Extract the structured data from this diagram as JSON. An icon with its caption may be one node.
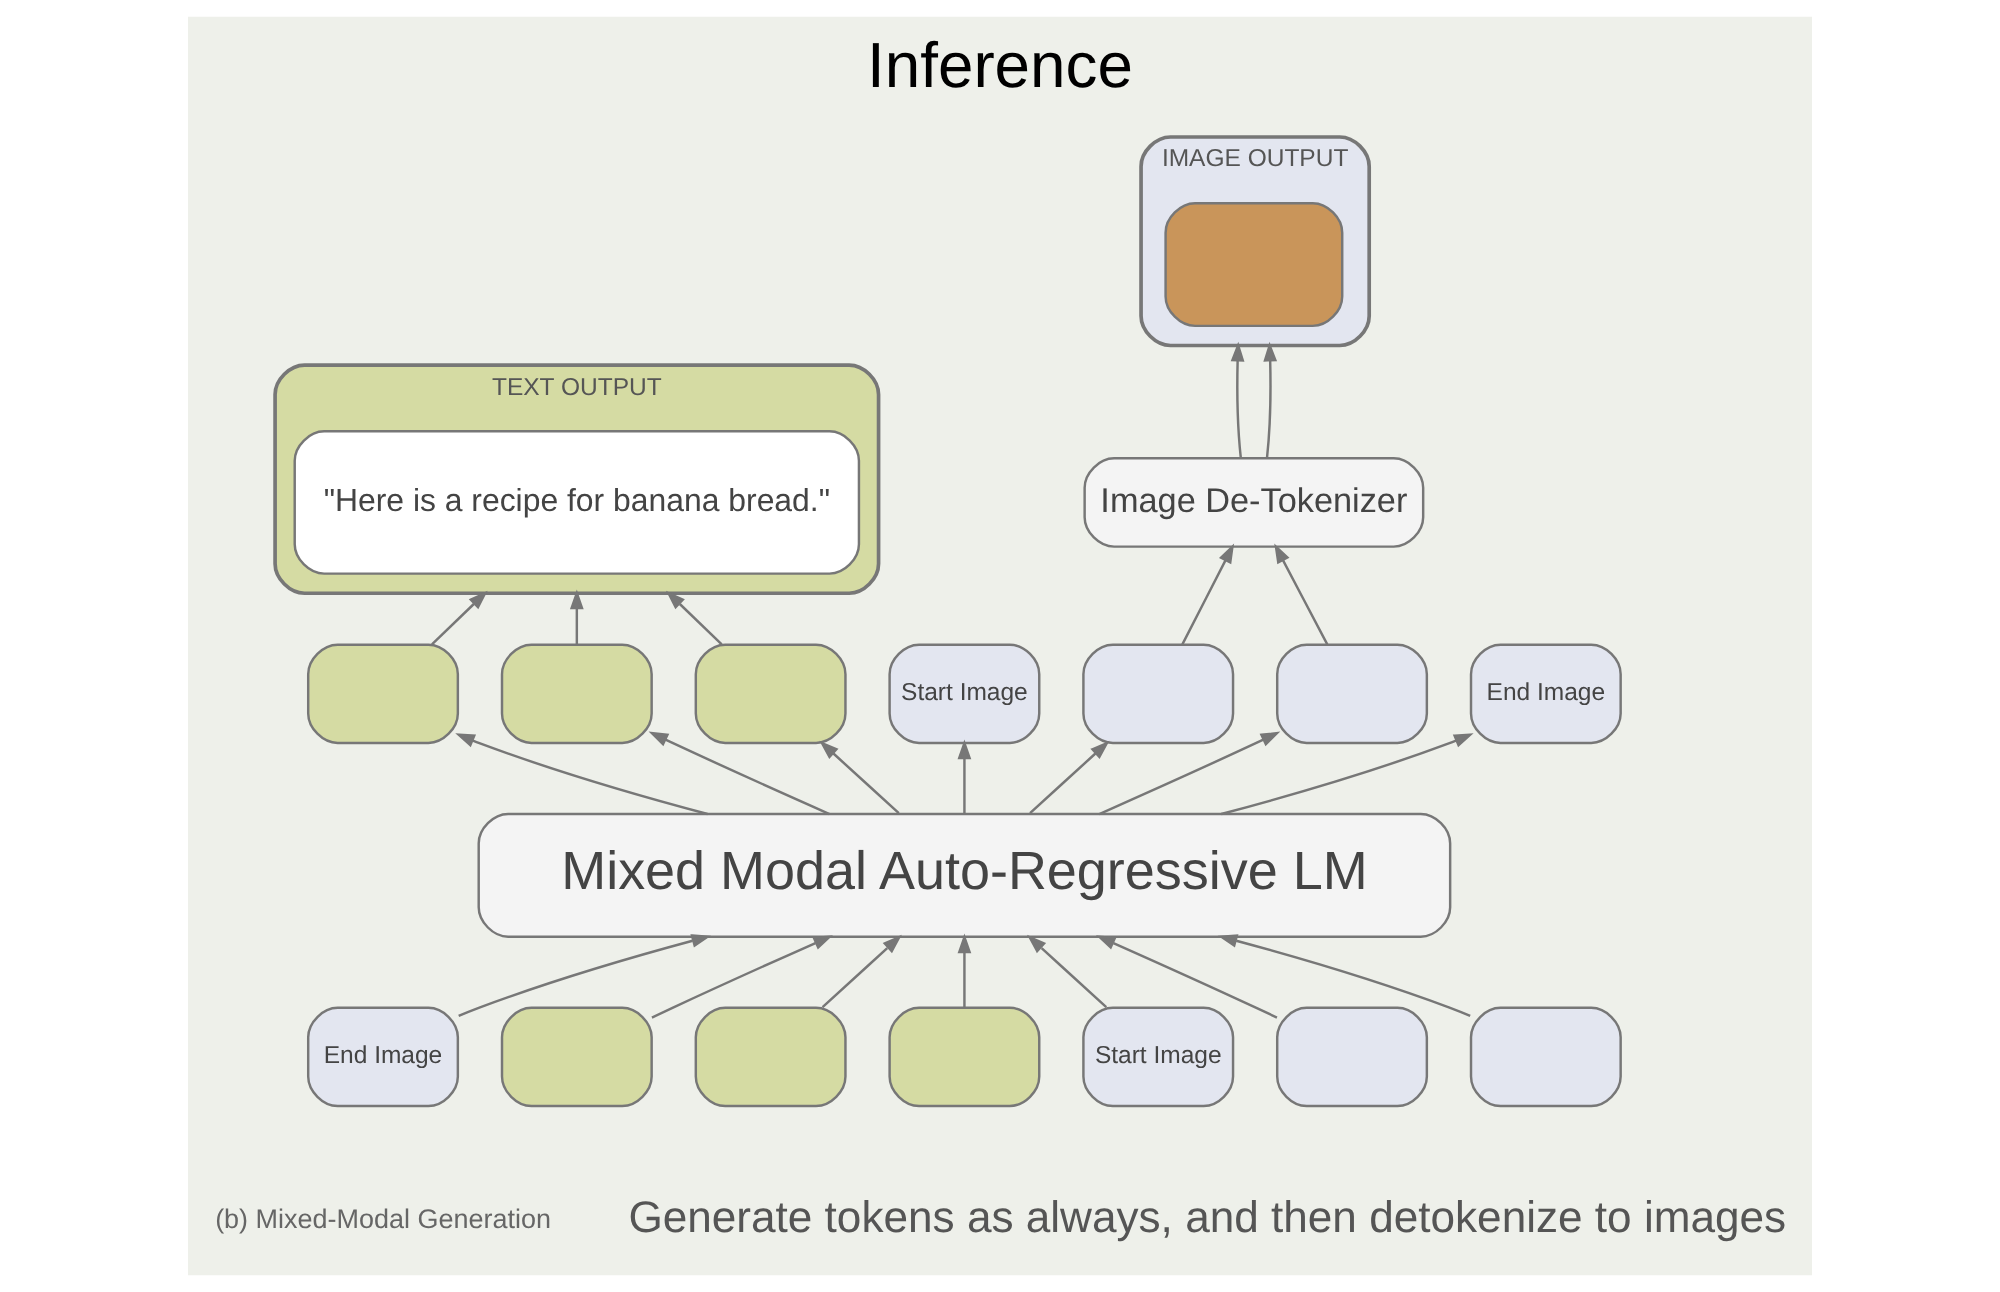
{
  "diagram": {
    "title": "Inference",
    "caption": "(b) Mixed-Modal Generation",
    "nodes": [
      {
        "text": [
          "TEXT OUTPUT"
        ]
      },
      {
        "text": [
          "\"Here is a recipe for banana bread.\""
        ],
        "in": 0
      },
      {
        "text": [
          "IMAGE OUTPUT"
        ]
      },
      {
        "text": [],
        "shape": "box",
        "in": 2
      },
      {
        "text": [
          "Image De-Tokenizer"
        ]
      },
      {
        "text": [],
        "shape": "box"
      },
      {
        "text": [],
        "shape": "box"
      },
      {
        "text": [],
        "shape": "box"
      },
      {
        "text": [
          "Start Image"
        ]
      },
      {
        "text": [],
        "shape": "box"
      },
      {
        "text": [],
        "shape": "box"
      },
      {
        "text": [
          "End Image"
        ]
      },
      {
        "text": [
          "Mixed Modal Auto-Regressive LM"
        ]
      },
      {
        "text": [
          "End Image"
        ]
      },
      {
        "text": [],
        "shape": "box"
      },
      {
        "text": [],
        "shape": "box"
      },
      {
        "text": [],
        "shape": "box"
      },
      {
        "text": [
          "Start Image"
        ]
      },
      {
        "text": [],
        "shape": "box"
      },
      {
        "text": [],
        "shape": "box"
      }
    ],
    "edges": [
      {
        "from": 5,
        "to": 0,
        "arrow": "to"
      },
      {
        "from": 6,
        "to": 0,
        "arrow": "to"
      },
      {
        "from": 7,
        "to": 0,
        "arrow": "to"
      },
      {
        "from": 4,
        "to": 2,
        "arrow": "to"
      },
      {
        "from": 4,
        "to": 2,
        "arrow": "to"
      },
      {
        "from": 9,
        "to": 4,
        "arrow": "to"
      },
      {
        "from": 10,
        "to": 4,
        "arrow": "to"
      },
      {
        "from": 12,
        "to": 5,
        "arrow": "to"
      },
      {
        "from": 12,
        "to": 6,
        "arrow": "to"
      },
      {
        "from": 12,
        "to": 7,
        "arrow": "to"
      },
      {
        "from": 12,
        "to": 8,
        "arrow": "to"
      },
      {
        "from": 12,
        "to": 9,
        "arrow": "to"
      },
      {
        "from": 12,
        "to": 10,
        "arrow": "to"
      },
      {
        "from": 12,
        "to": 11,
        "arrow": "to"
      },
      {
        "from": 13,
        "to": 12,
        "arrow": "to"
      },
      {
        "from": 14,
        "to": 12,
        "arrow": "to"
      },
      {
        "from": 15,
        "to": 12,
        "arrow": "to"
      },
      {
        "from": 16,
        "to": 12,
        "arrow": "to"
      },
      {
        "from": 17,
        "to": 12,
        "arrow": "to"
      },
      {
        "from": 18,
        "to": 12,
        "arrow": "to"
      },
      {
        "from": 19,
        "to": 12,
        "arrow": "to"
      }
    ],
    "labels": [
      "Generate tokens as always, and then detokenize to images"
    ]
  }
}
